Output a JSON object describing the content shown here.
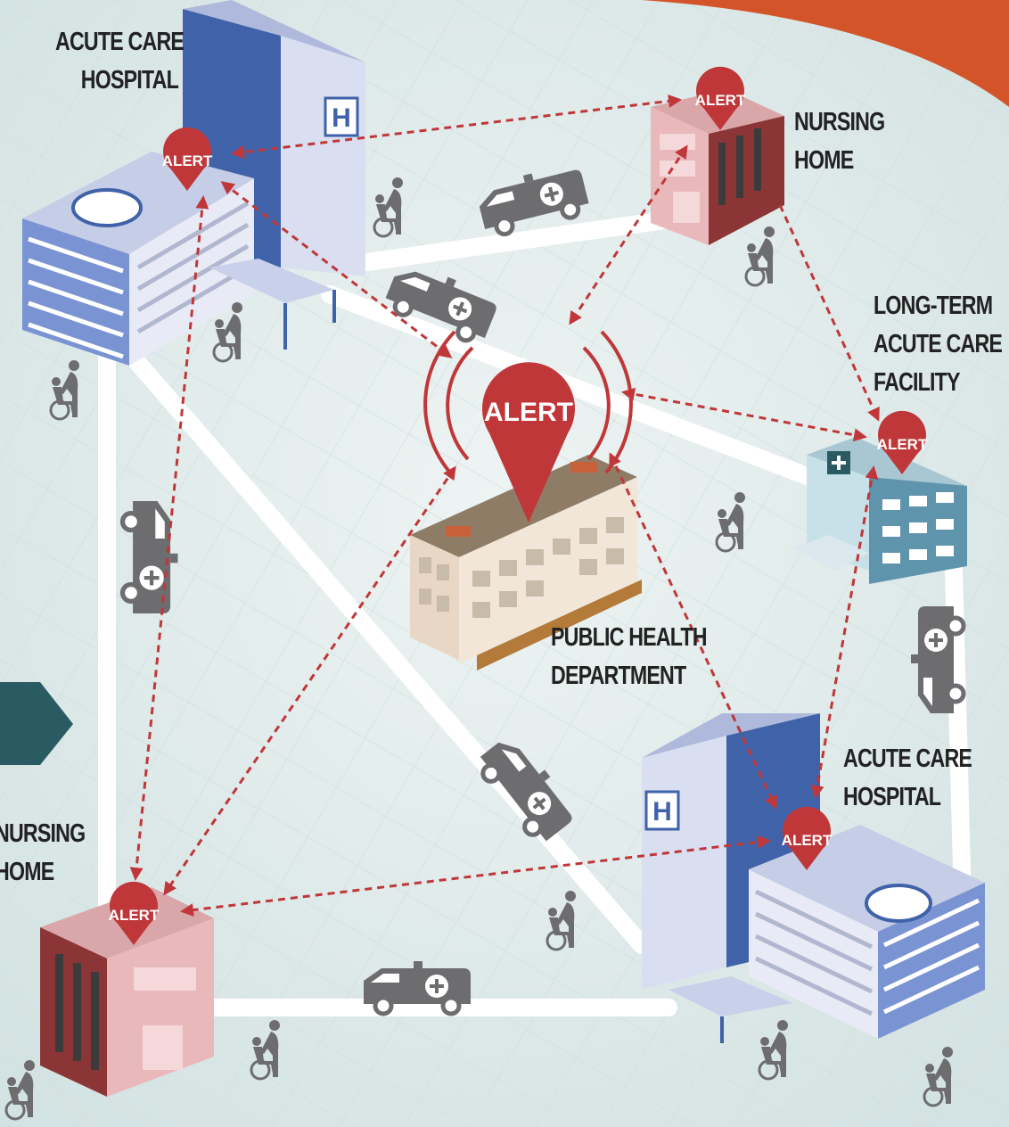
{
  "labels": {
    "acute_care_top": [
      "ACUTE CARE",
      "HOSPITAL"
    ],
    "nursing_home_top": [
      "NURSING",
      "HOME"
    ],
    "ltac": [
      "LONG-TERM",
      "ACUTE CARE",
      "FACILITY"
    ],
    "public_health": [
      "PUBLIC HEALTH",
      "DEPARTMENT"
    ],
    "acute_care_bottom": [
      "ACUTE CARE",
      "HOSPITAL"
    ],
    "nursing_home_bottom": [
      "NURSING",
      "HOME"
    ]
  },
  "alert_text": "ALERT",
  "colors": {
    "background": "#dfeaea",
    "road": "#ffffff",
    "alert_red": "#c0373a",
    "arrow_red": "#c0373a",
    "hospital_blue": "#3f62a8",
    "nursing_brick": "#8c3536",
    "accent_orange": "#d4542a",
    "accent_teal": "#2b5b62",
    "icon_gray": "#6d6d70"
  },
  "icons": {
    "ambulance": "ambulance-icon",
    "wheelchair": "wheelchair-person-icon",
    "hospital_sign": "hospital-h-sign-icon",
    "medical_cross": "medical-cross-icon"
  }
}
